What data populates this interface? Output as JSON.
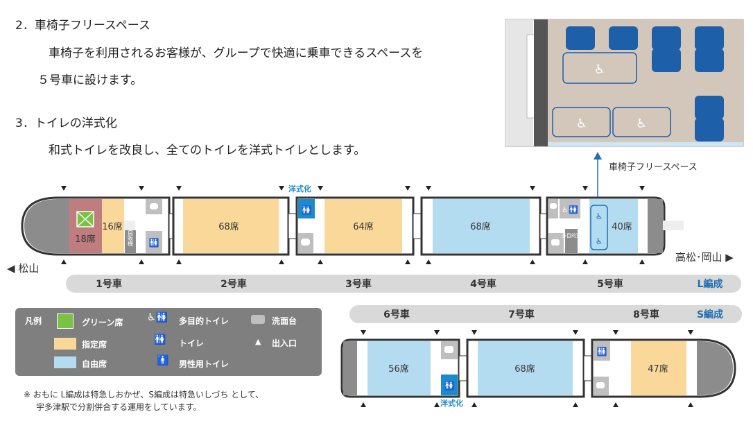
{
  "text": {
    "s2_heading": "2．車椅子フリースペース",
    "s2_line1": "車椅子を利用されるお客様が、グループで快適に乗車できるスペースを",
    "s2_line2": "５号車に設けます。",
    "s3_heading": "3．トイレの洋式化",
    "s3_line1": "和式トイレを改良し、全てのトイレを洋式トイレとします。",
    "callout": "車椅子フリースペース",
    "western_toilet": "洋式化",
    "dir_left": "◀ 松山",
    "dir_right": "高松･岡山 ▶",
    "vending": "自販機",
    "multipurpose_room": "多目的室"
  },
  "l_formation": {
    "label": "L編成",
    "cars": [
      {
        "name": "1号車",
        "green_seats": "16席",
        "reserved_seats": "18席"
      },
      {
        "name": "2号車",
        "seats": "68席"
      },
      {
        "name": "3号車",
        "seats": "64席"
      },
      {
        "name": "4号車",
        "seats": "68席"
      },
      {
        "name": "5号車",
        "seats": "40席"
      }
    ]
  },
  "s_formation": {
    "label": "S編成",
    "cars": [
      {
        "name": "6号車",
        "seats": "56席"
      },
      {
        "name": "7号車",
        "seats": "68席"
      },
      {
        "name": "8号車",
        "seats": "47席"
      }
    ]
  },
  "legend": {
    "title": "凡例",
    "green": "グリーン席",
    "reserved": "指定席",
    "free": "自由席",
    "multipurpose_toilet": "多目的トイレ",
    "toilet": "トイレ",
    "men_toilet": "男性用トイレ",
    "washbasin": "洗面台",
    "entrance": "出入口"
  },
  "note": {
    "line1": "※ おもに L編成は特急しおかぜ、S編成は特急いしづち として、",
    "line2": "宇多津駅で分割併合する運用をしています。"
  },
  "colors": {
    "reserved": "#fad89a",
    "free": "#b4dcf1",
    "green_seat": "#c07d80",
    "green_icon": "#7cc242",
    "toilet_blue": "#1a8ccb",
    "legend_bg": "#7f7f7f",
    "label_bar": "#d9d9d9",
    "car_gray": "#bfbfbf",
    "nose_gray": "#8c8c8c",
    "formation_blue": "#1f6fb4",
    "seat_blue": "#1d5fa8",
    "floor_beige": "#d2c7ba"
  }
}
